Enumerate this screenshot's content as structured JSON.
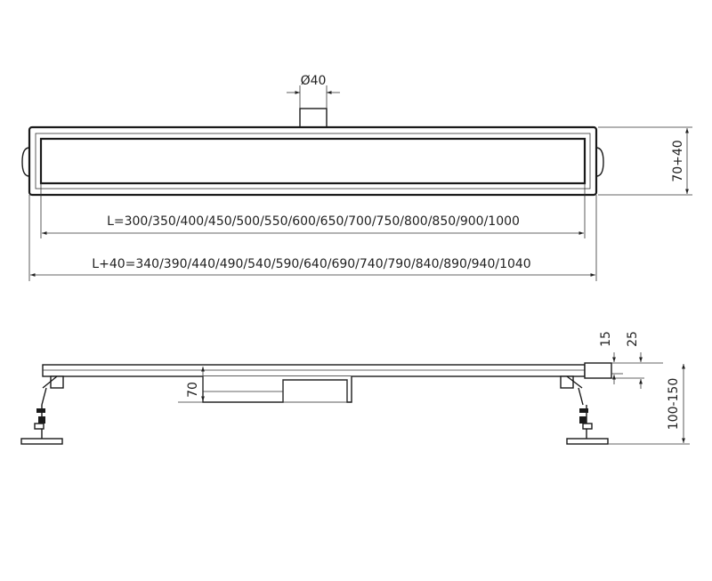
{
  "dimensions": {
    "outlet_diameter": "Ø40",
    "height_top": "70+40",
    "length_inner": "L=300/350/400/450/500/550/600/650/700/750/800/850/900/1000",
    "length_outer": "L+40=340/390/440/490/540/590/640/690/740/790/840/890/940/1040",
    "grate_15": "15",
    "grate_25": "25",
    "body_height": "70",
    "leg_height": "100-150"
  }
}
